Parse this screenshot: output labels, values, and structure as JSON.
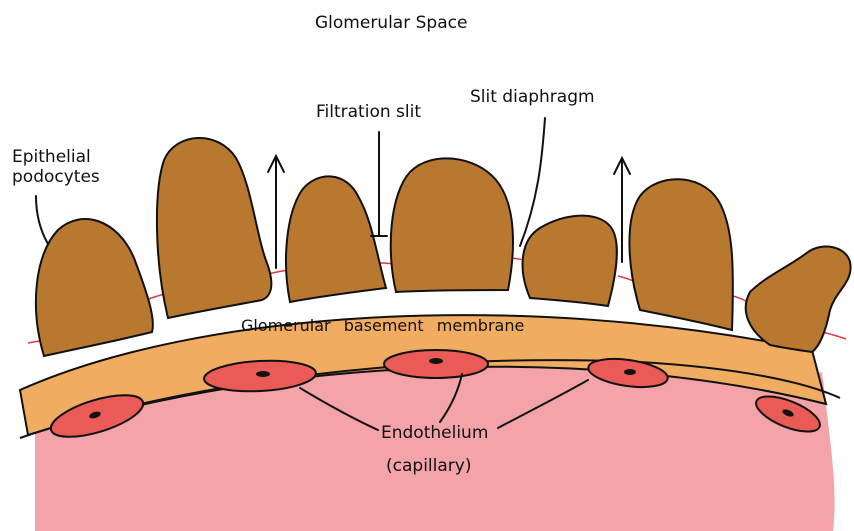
{
  "title": "Glomerular Space",
  "labels": {
    "filtration_slit": "Filtration slit",
    "slit_diaphragm": "Slit diaphragm",
    "epithelial_podocytes_line1": "Epithelial",
    "epithelial_podocytes_line2": "podocytes",
    "basement_membrane": "Glomerular basement membrane",
    "endothelium": "Endothelium",
    "capillary": "(capillary)"
  },
  "colors": {
    "capillary_lumen": "#f4a3a8",
    "basement_membrane": "#f0ad62",
    "podocyte": "#b9782f",
    "endothelial_cell": "#ea5b57",
    "slit_diaphragm": "#e03c3c",
    "outline": "#111111"
  }
}
